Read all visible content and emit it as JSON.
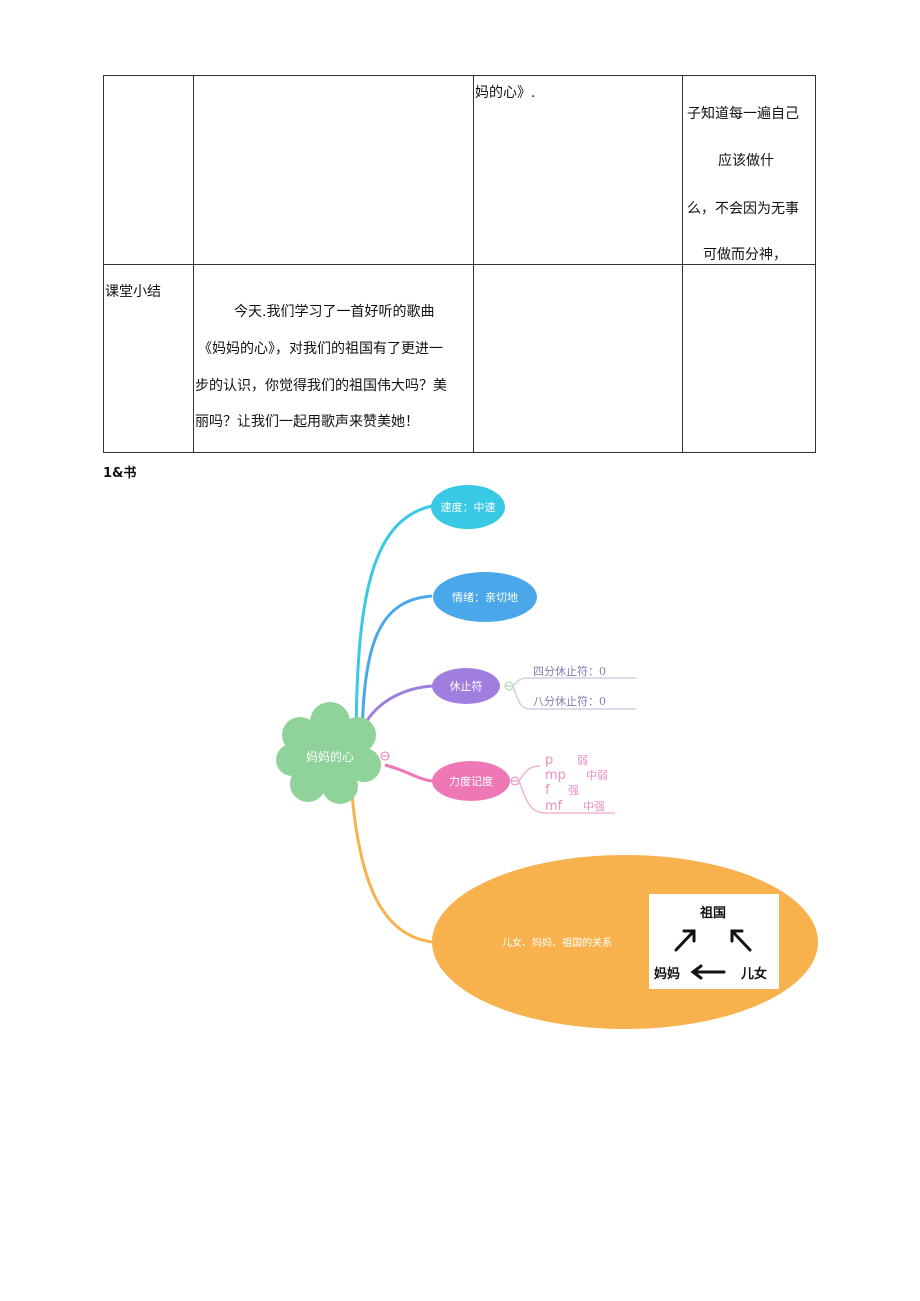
{
  "table": {
    "row1": {
      "col3": "妈的心》.",
      "col4_lines": [
        "子知道每一遍自己",
        "应该做什",
        "么，不会因为无事",
        "可做而分神，"
      ]
    },
    "row2": {
      "label": "课堂小结",
      "summary_lines": [
        "今天.我们学习了一首好听的歌曲",
        "《妈妈的心》，对我们的祖国有了更进一",
        "步的认识，你觉得我们的祖国伟大吗？美",
        "丽吗？让我们一起用歌声来赞美她！"
      ]
    }
  },
  "section_heading": "1&书",
  "mindmap": {
    "center": "妈妈的心",
    "branches": {
      "speed": "速度：中速",
      "emotion": "情绪：亲切地",
      "rest": "休止符",
      "dynamics": "力度记度",
      "relation": "儿女、妈妈、祖国的关系"
    },
    "rest_items": [
      "四分休止符：0",
      "八分休止符：0"
    ],
    "dynamics_items": [
      {
        "symbol": "p",
        "meaning": "弱"
      },
      {
        "symbol": "mp",
        "meaning": "中弱"
      },
      {
        "symbol": "f",
        "meaning": "强"
      },
      {
        "symbol": "mf",
        "meaning": "中强"
      }
    ],
    "relation_box": {
      "top": "祖国",
      "left": "妈妈",
      "right": "儿女"
    },
    "colors": {
      "speed": "#39c9e4",
      "emotion": "#4aa8ea",
      "rest": "#a07ee0",
      "dynamics": "#ee78b6",
      "relation": "#f7b24e",
      "center": "#8fd29a"
    }
  }
}
